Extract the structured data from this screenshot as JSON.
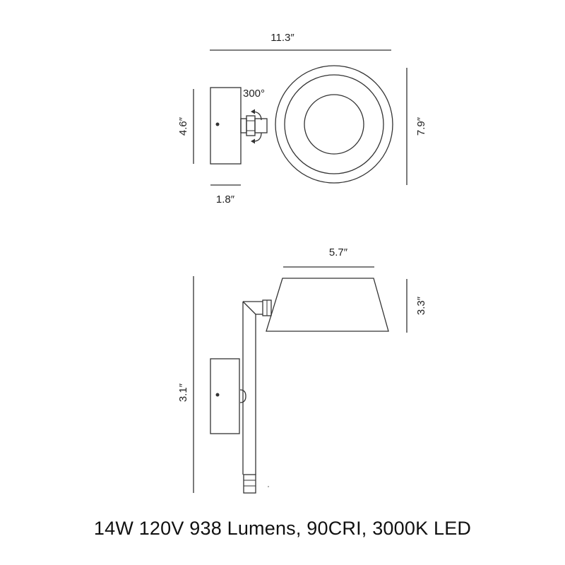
{
  "top_view": {
    "width_label": "11.3″",
    "mount_height_label": "4.6″",
    "mount_depth_label": "1.8″",
    "rotation_label": "300°",
    "shade_diameter_label": "7.9″"
  },
  "side_view": {
    "shade_width_label": "5.7″",
    "shade_height_label": "3.3″",
    "overall_height_label": "3.1″"
  },
  "spec_text": "14W 120V 938 Lumens, 90CRI, 3000K LED",
  "icons": [
    "rotation-arrow-icon"
  ]
}
